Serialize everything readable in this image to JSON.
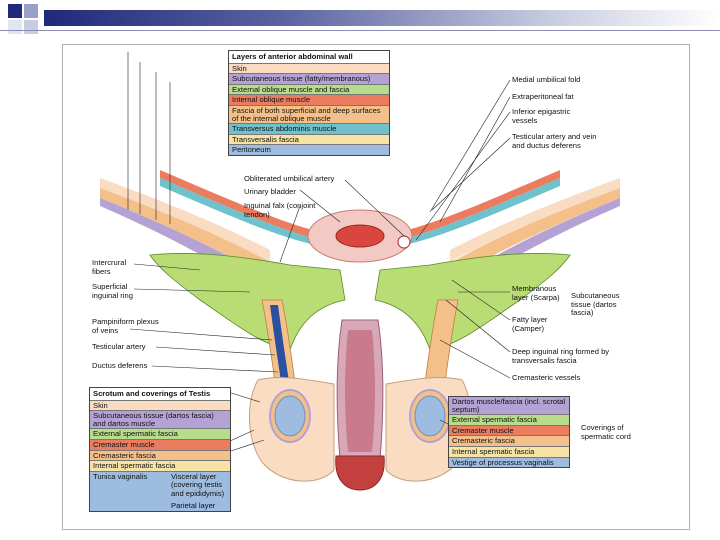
{
  "colors": {
    "skin": "#f9dcc2",
    "subcutaneous": "#b5a2d4",
    "external_oblique": "#b6dc8c",
    "internal_oblique": "#ec7c60",
    "fascia_deep": "#f4c08a",
    "transversus": "#6fc1cc",
    "transversalis": "#f7e3a6",
    "peritoneum": "#9dbce0",
    "dartos": "#b5a2d4",
    "external_spermatic": "#b6dc8c",
    "cremaster": "#ec7c60",
    "cremasteric_fascia": "#f4c08a",
    "internal_spermatic": "#f7e3a6",
    "tunica": "#9dbce0",
    "vestige": "#9dbce0",
    "green_fill": "#b9dc74",
    "penis": "#c77b8d"
  },
  "top_legend": {
    "title": "Layers of anterior abdominal wall",
    "rows": [
      {
        "label": "Skin",
        "color": "#f9dcc2"
      },
      {
        "label": "Subcutaneous tissue (fatty/membranous)",
        "color": "#b5a2d4"
      },
      {
        "label": "External oblique muscle and fascia",
        "color": "#b6dc8c"
      },
      {
        "label": "Internal oblique muscle",
        "color": "#ec7c60"
      },
      {
        "label": "Fascia of both superficial and deep surfaces of the internal oblique muscle",
        "color": "#f4c08a"
      },
      {
        "label": "Transversus abdominis muscle",
        "color": "#6fc1cc"
      },
      {
        "label": "Transversalis fascia",
        "color": "#f7e3a6"
      },
      {
        "label": "Peritoneum",
        "color": "#9dbce0"
      }
    ]
  },
  "center_labels": {
    "obliterated_artery": "Obliterated umbilical artery",
    "urinary_bladder": "Urinary bladder",
    "inguinal_falx": "Inguinal falx (conjoint tendon)"
  },
  "right_labels": {
    "medial_fold": "Medial umbilical fold",
    "extraperitoneal_fat": "Extraperitoneal fat",
    "inferior_epigastric": "Inferior epigastric vessels",
    "testicular_artery": "Testicular artery and vein and ductus deferens",
    "membranous_layer": "Membranous layer (Scarpa)",
    "fatty_layer": "Fatty layer (Camper)",
    "subcutaneous_tissue": "Subcutaneous tissue (dartos fascia)",
    "deep_ring": "Deep inguinal ring formed by transversalis fascia",
    "cremasteric_vessels": "Cremasteric vessels",
    "coverings": "Coverings of spermatic cord"
  },
  "left_labels": {
    "intercrural": "Intercrural fibers",
    "superficial_ring": "Superficial inguinal ring",
    "pampiniform": "Pampiniform plexus of veins",
    "testicular_artery": "Testicular artery",
    "ductus": "Ductus deferens"
  },
  "scrotum_legend": {
    "title": "Scrotum and coverings of Testis",
    "rows": [
      {
        "label": "Skin",
        "color": "#f9dcc2"
      },
      {
        "label": "Subcutaneous tissue (dartos fascia) and dartos muscle",
        "color": "#b5a2d4"
      },
      {
        "label": "External spermatic fascia",
        "color": "#b6dc8c"
      },
      {
        "label": "Cremaster muscle",
        "color": "#ec7c60"
      },
      {
        "label": "Cremasteric fascia",
        "color": "#f4c08a"
      },
      {
        "label": "Internal spermatic fascia",
        "color": "#f7e3a6"
      }
    ],
    "tunica": {
      "label": "Tunica vaginalis",
      "visceral": "Visceral layer (covering testis and epididymis)",
      "parietal": "Parietal layer"
    }
  },
  "cord_legend": {
    "rows": [
      {
        "label": "Dartos muscle/fascia (incl. scrotal septum)",
        "color": "#b5a2d4"
      },
      {
        "label": "External spermatic fascia",
        "color": "#b6dc8c"
      },
      {
        "label": "Cremaster muscle",
        "color": "#ec7c60"
      },
      {
        "label": "Cremasteric fascia",
        "color": "#f4c08a"
      },
      {
        "label": "Internal spermatic fascia",
        "color": "#f7e3a6"
      },
      {
        "label": "Vestige of processus vaginalis",
        "color": "#9dbce0"
      }
    ]
  }
}
